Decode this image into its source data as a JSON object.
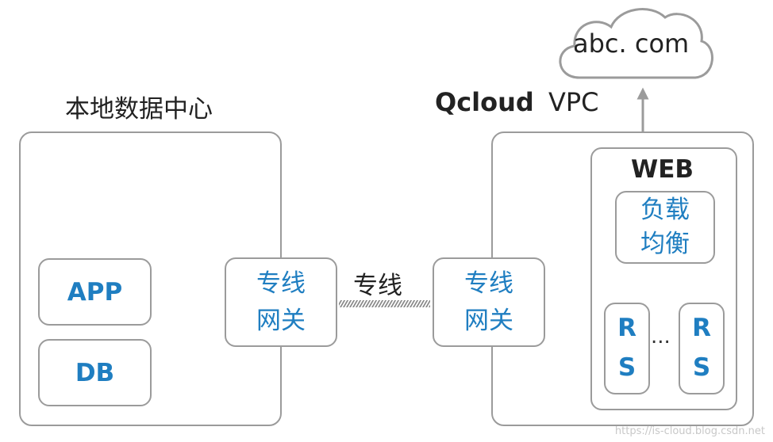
{
  "left_site": {
    "title": "本地数据中心",
    "app_label": "APP",
    "db_label": "DB",
    "gateway_line1": "专线",
    "gateway_line2": "网关"
  },
  "link": {
    "label": "专线"
  },
  "right_site": {
    "title_bold": "Qcloud",
    "title_rest": "VPC",
    "gateway_line1": "专线",
    "gateway_line2": "网关",
    "web_label": "WEB",
    "lb_line1": "负载",
    "lb_line2": "均衡",
    "rs_left_line1": "R",
    "rs_left_line2": "S",
    "rs_right_line1": "R",
    "rs_right_line2": "S",
    "ellipsis": "..."
  },
  "internet": {
    "label": "abc. com"
  },
  "watermark": "https://is-cloud.blog.csdn.net"
}
